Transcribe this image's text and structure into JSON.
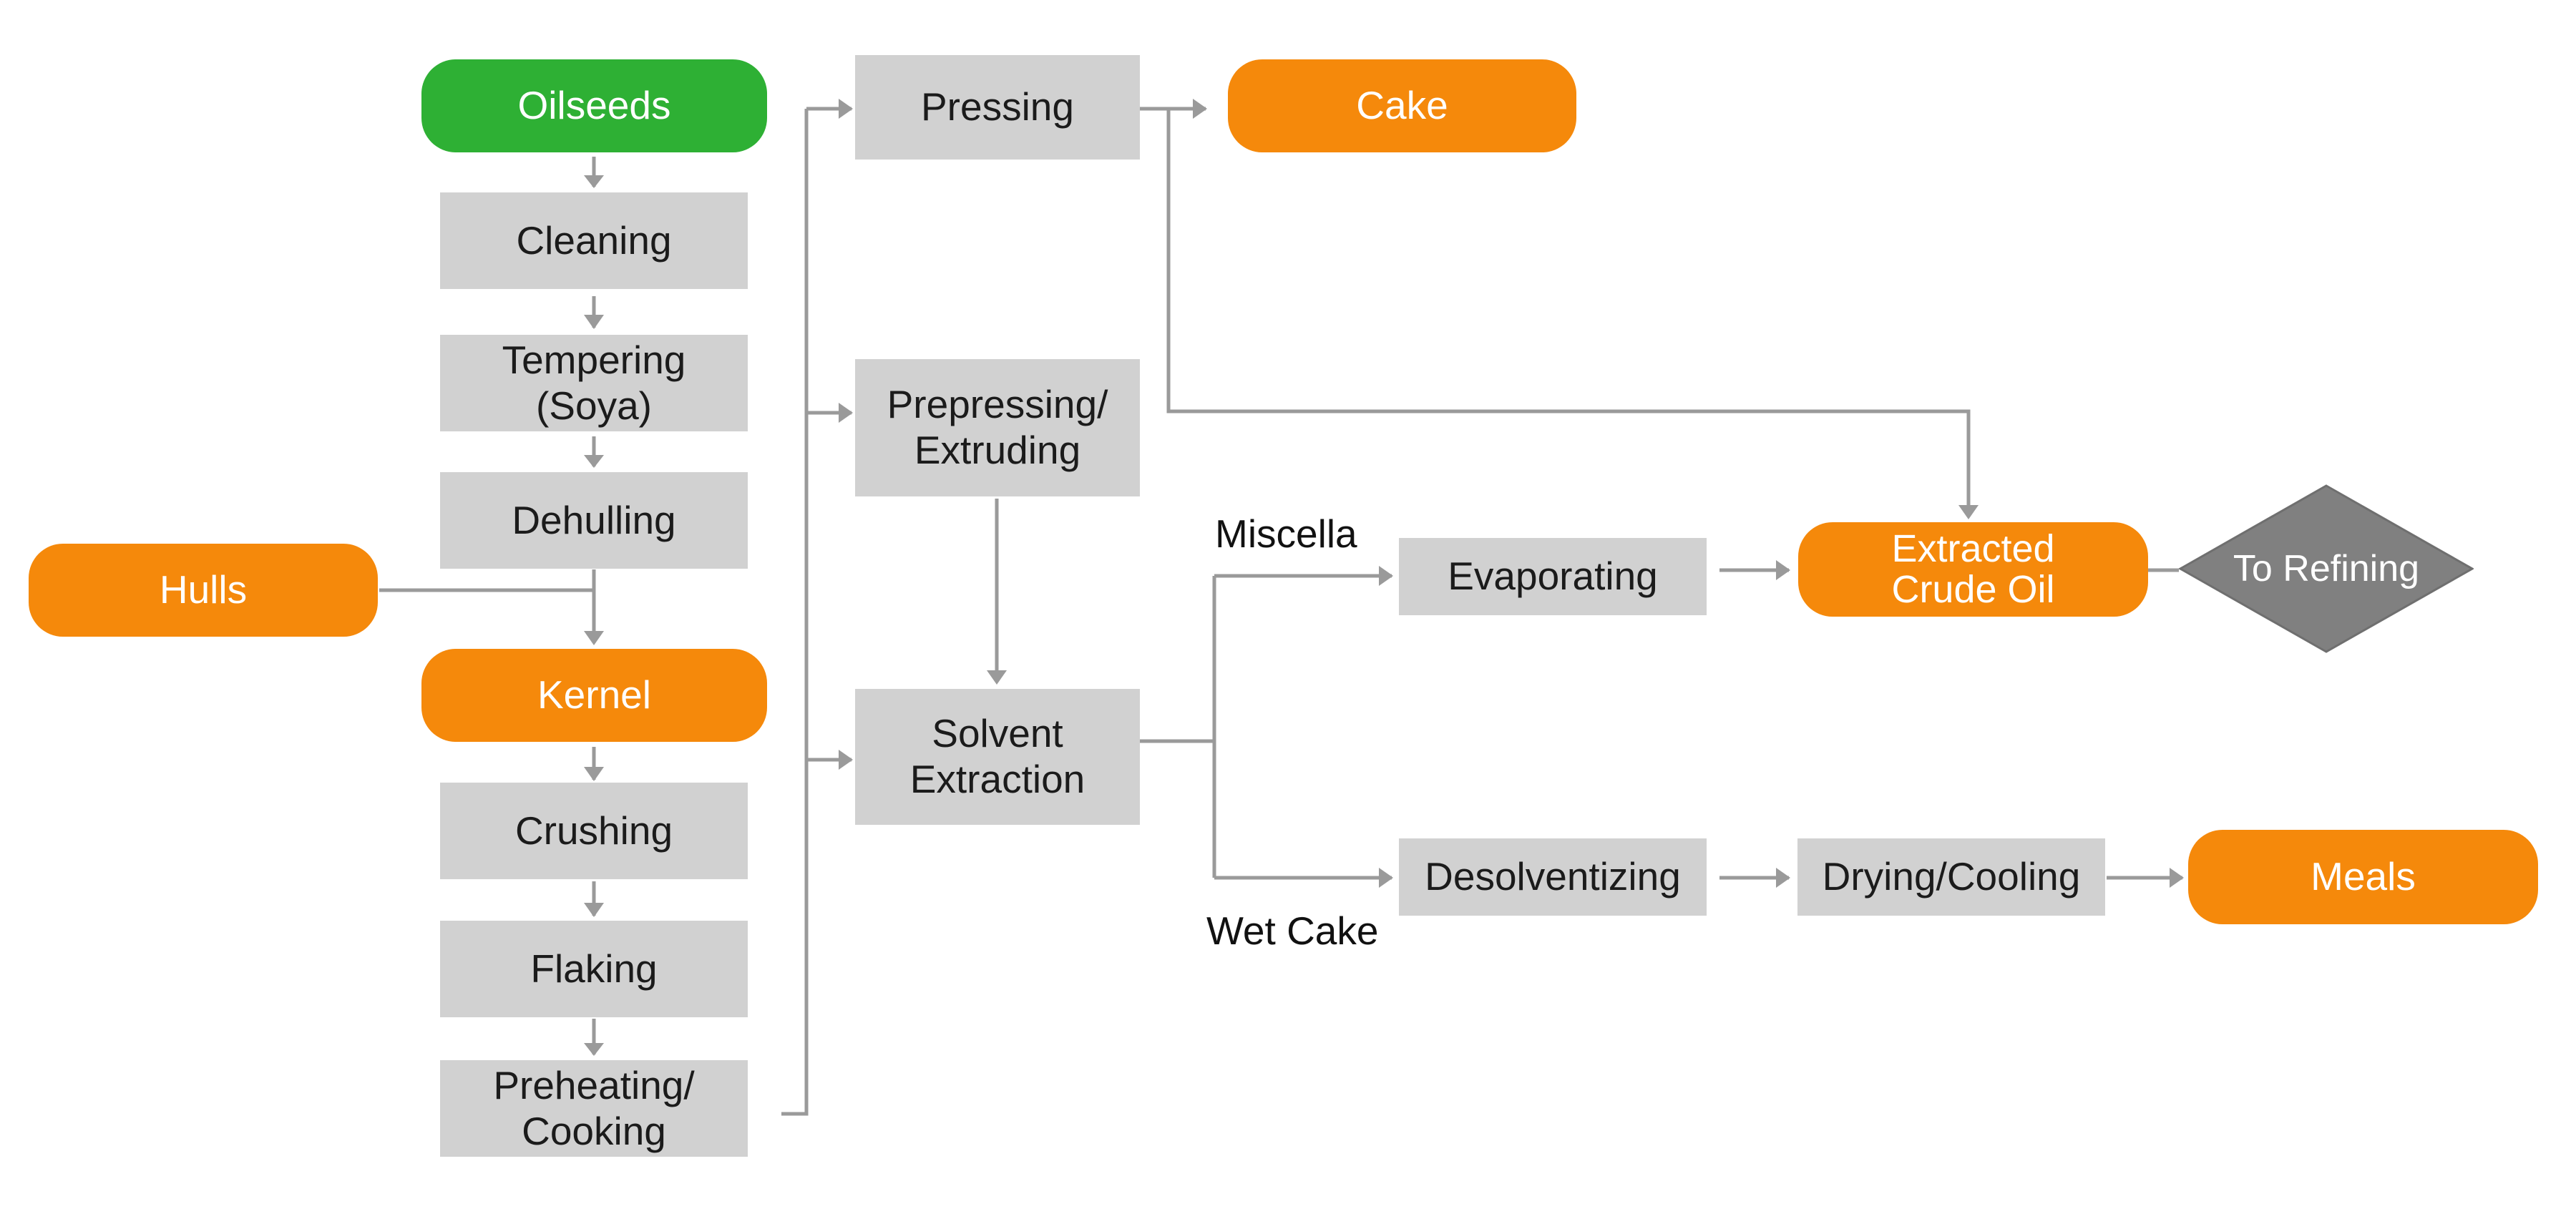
{
  "colors": {
    "process_fill": "#d1d1d1",
    "source_fill": "#2eb034",
    "product_fill": "#f5890b",
    "decision_fill": "#808080",
    "connector": "#9a9a9a"
  },
  "nodes": {
    "oilseeds": "Oilseeds",
    "cleaning": "Cleaning",
    "tempering": "Tempering\n(Soya)",
    "dehulling": "Dehulling",
    "hulls": "Hulls",
    "kernel": "Kernel",
    "crushing": "Crushing",
    "flaking": "Flaking",
    "preheating": "Preheating/\nCooking",
    "pressing": "Pressing",
    "cake": "Cake",
    "prepressing": "Prepressing/\nExtruding",
    "solvent_extraction": "Solvent\nExtraction",
    "evaporating": "Evaporating",
    "extracted_crude_oil": "Extracted\nCrude Oil",
    "to_refining": "To Refining",
    "desolventizing": "Desolventizing",
    "drying_cooling": "Drying/Cooling",
    "meals": "Meals"
  },
  "edge_labels": {
    "miscella": "Miscella",
    "wet_cake": "Wet Cake"
  }
}
